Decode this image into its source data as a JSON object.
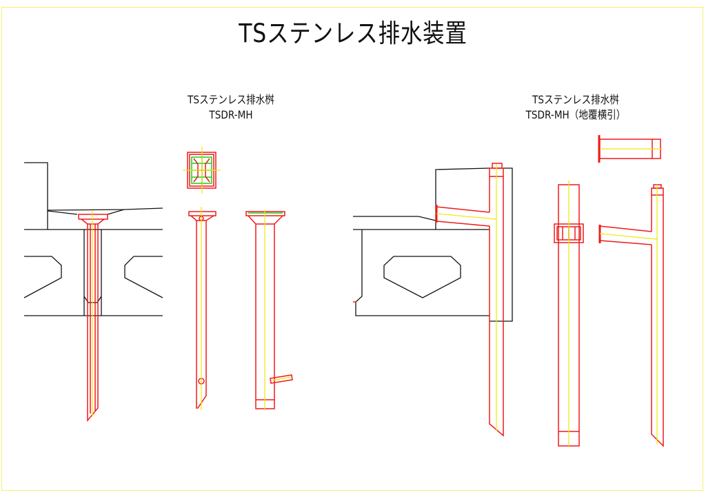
{
  "title": "TSステンレス排水装置",
  "drawings": [
    {
      "name": "TSステンレス排水桝",
      "model": "TSDR-MH"
    },
    {
      "name": "TSステンレス排水桝",
      "model": "TSDR-MH（地覆横引）"
    }
  ],
  "colors": {
    "outline": "#111111",
    "drain": "#f01818",
    "centerline": "#f0e800",
    "grate": "#18d018"
  }
}
